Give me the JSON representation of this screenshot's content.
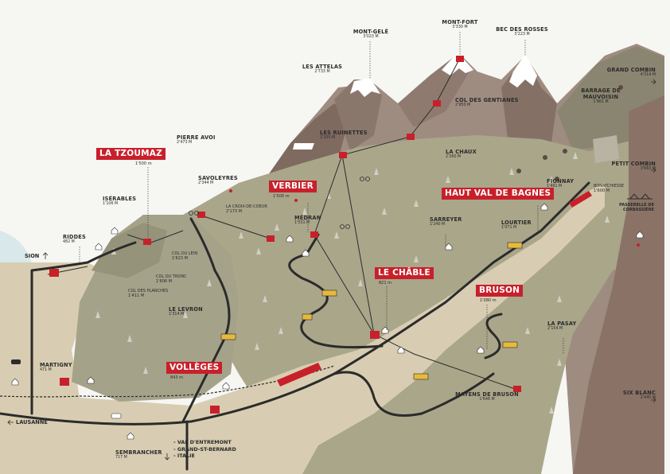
{
  "colors": {
    "background": "#f6f6f3",
    "valley": "#d8cdb2",
    "slope": "#a9a68a",
    "mountain_light": "#9f8c80",
    "mountain_dark": "#7f6a60",
    "cliff": "#8a7366",
    "snow": "#ffffff",
    "road": "#2b2b2b",
    "brand_red": "#c8202b",
    "lake": "#d9e8ea",
    "tree": "#cfcfc2",
    "bus": "#e8b93a"
  },
  "places_major": [
    {
      "name": "LA TZOUMAZ",
      "alt": "1'500 m"
    },
    {
      "name": "VERBIER",
      "alt": "1'500 m"
    },
    {
      "name": "HAUT VAL DE BAGNES",
      "alt": ""
    },
    {
      "name": "LE CHÂBLE",
      "alt": "821 m"
    },
    {
      "name": "BRUSON",
      "alt": "1'080 m"
    },
    {
      "name": "VOLLÈGES",
      "alt": "843 m"
    }
  ],
  "peaks": [
    {
      "name": "MONT-FORT",
      "alt": "3'330 m"
    },
    {
      "name": "MONT-GELÉ",
      "alt": "3'023 m"
    },
    {
      "name": "BEC DES ROSSES",
      "alt": "3'223 m"
    },
    {
      "name": "LES ATTELAS",
      "alt": "2'733 m"
    },
    {
      "name": "GRAND COMBIN",
      "alt": "4'314 m"
    },
    {
      "name": "PETIT COMBIN",
      "alt": "3'663 m"
    },
    {
      "name": "SIX BLANC",
      "alt": "2'445 m"
    },
    {
      "name": "PIERRE AVOI",
      "alt": "2'473 m"
    }
  ],
  "places": [
    {
      "name": "COL DES GENTIANES",
      "alt": "2'950 m"
    },
    {
      "name": "LA CHAUX",
      "alt": "2'260 m"
    },
    {
      "name": "LES RUINETTES",
      "alt": "2'200 m"
    },
    {
      "name": "BARRAGE DE MAUVOISIN",
      "alt": "1'961 m"
    },
    {
      "name": "SAVOLEYRES",
      "alt": "2'344 m"
    },
    {
      "name": "FIONNAY",
      "alt": "1'491 m"
    },
    {
      "name": "ISÉRABLES",
      "alt": "1'106 m"
    },
    {
      "name": "MÉDRAN",
      "alt": "1'531 m"
    },
    {
      "name": "SARREYER",
      "alt": "1'240 m"
    },
    {
      "name": "LOURTIER",
      "alt": "1'071 m"
    },
    {
      "name": "RIDDES",
      "alt": "482 m"
    },
    {
      "name": "LE LEVRON",
      "alt": "1'314 m"
    },
    {
      "name": "LA PASAY",
      "alt": "2'154 m"
    },
    {
      "name": "MARTIGNY",
      "alt": "471 m"
    },
    {
      "name": "MAYENS DE BRUSON",
      "alt": "1'646 m"
    },
    {
      "name": "SEMBRANCHER",
      "alt": "717 m"
    }
  ],
  "places_small": [
    {
      "name": "LA CROIX-DE-COEUR",
      "alt": "2'173 m"
    },
    {
      "name": "COL DU LEIN",
      "alt": "1'623 m"
    },
    {
      "name": "COL DU TRONC",
      "alt": "1'606 m"
    },
    {
      "name": "COL DES PLANCHES",
      "alt": "1'411 m"
    },
    {
      "name": "BONATCHIESSE",
      "alt": "1'600 m"
    }
  ],
  "bridge": {
    "line1": "PASSERELLE DE",
    "line2": "CORBASSIÈRE"
  },
  "destinations": {
    "sion": "SION",
    "lausanne": "LAUSANNE",
    "routes": [
      "- VAL D'ENTREMONT",
      "- GRAND-ST-BERNARD",
      "- ITALIE"
    ]
  },
  "icons": [
    "arrow-up-icon",
    "arrow-left-icon",
    "arrow-down-icon",
    "arrow-right-icon",
    "train-icon",
    "bus-icon",
    "car-icon",
    "cable-car-icon",
    "chalet-icon",
    "tree-icon",
    "ibex-icon",
    "hiker-icon",
    "cyclist-icon",
    "dam-icon"
  ]
}
